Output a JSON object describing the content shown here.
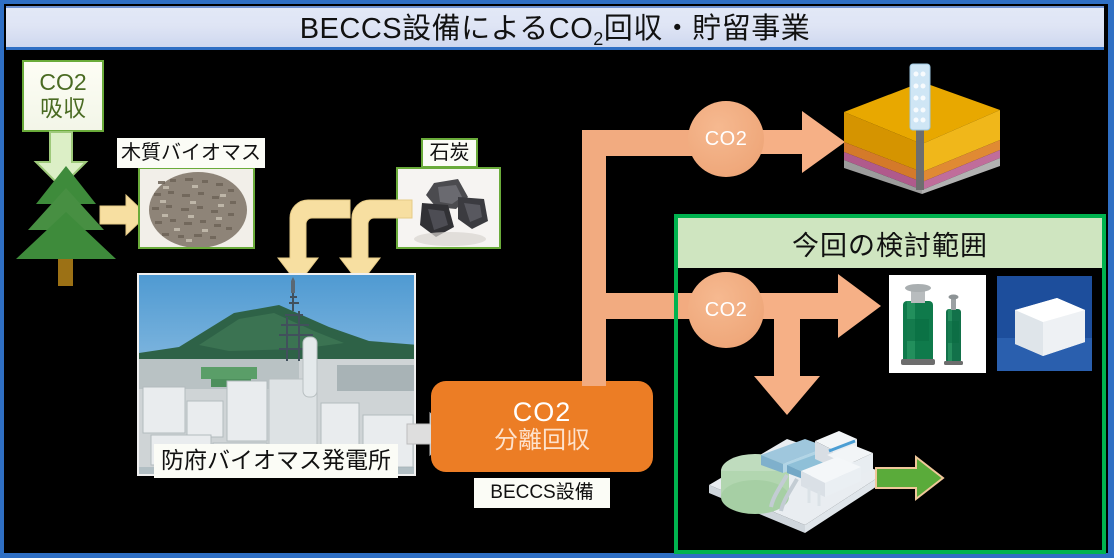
{
  "diagram": {
    "title_prefix": "BECCS設備によるCO",
    "title_sub": "2",
    "title_suffix": "回収・貯留事業",
    "title_full": "BECCS設備によるCO2回収・貯留事業"
  },
  "labels": {
    "co2_absorb_line1": "CO2",
    "co2_absorb_line2": "吸収",
    "woody_biomass": "木質バイオマス",
    "coal": "石炭",
    "power_plant": "防府バイオマス発電所",
    "capture_line1": "CO2",
    "capture_line2": "分離回収",
    "beccs_equipment": "BECCS設備",
    "scope_header": "今回の検討範囲",
    "co2_badge_top": "CO2",
    "co2_badge_mid": "CO2"
  },
  "images": {
    "pellets_alt": "木質バイオマスペレット写真",
    "coal_alt": "石炭写真",
    "power_plant_alt": "防府バイオマス発電所 航空写真",
    "storage_alt": "地中貯留 地層断面イラスト",
    "cylinders_alt": "液化炭酸ガスボンベ写真",
    "dryice_alt": "ドライアイス写真",
    "facility_alt": "CO2利用プラント イラスト"
  },
  "colors": {
    "frame_blue": "#2f6fc4",
    "title_bg": "#dfe5f5",
    "capture_orange": "#ec7d25",
    "pipe_salmon": "#f2ab80",
    "badge_peach": "#efa87b",
    "scope_green": "#00b34f",
    "scope_header_bg": "#cfe5c0",
    "tree_green": "#3f8f3f",
    "tan_arrow": "#f6dfa0",
    "pale_green_arrow": "#d9eec4",
    "gray_arrow": "#dcdcdc",
    "out_arrow_green": "#5aab3a",
    "background": "#000000"
  }
}
